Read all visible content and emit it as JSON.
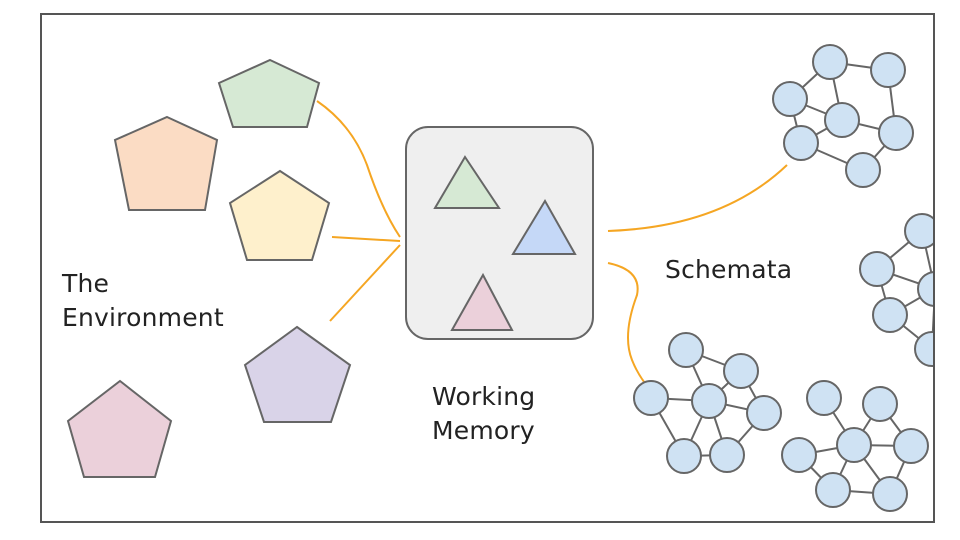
{
  "labels": {
    "environment": "The\nEnvironment",
    "working_memory": "Working\nMemory",
    "schemata": "Schemata"
  },
  "colors": {
    "pentagon_green": "#d6e9d4",
    "pentagon_orange": "#fbdcc4",
    "pentagon_yellow": "#fef0cc",
    "pentagon_purple": "#d9d3e8",
    "pentagon_pink": "#ebd0da",
    "working_memory_box": "#efefef",
    "triangle_green": "#d6e9d4",
    "triangle_blue": "#c5d8f7",
    "triangle_pink": "#ebd0da",
    "node_fill": "#cfe2f3",
    "connector": "#f5a623",
    "outline": "#666666"
  }
}
